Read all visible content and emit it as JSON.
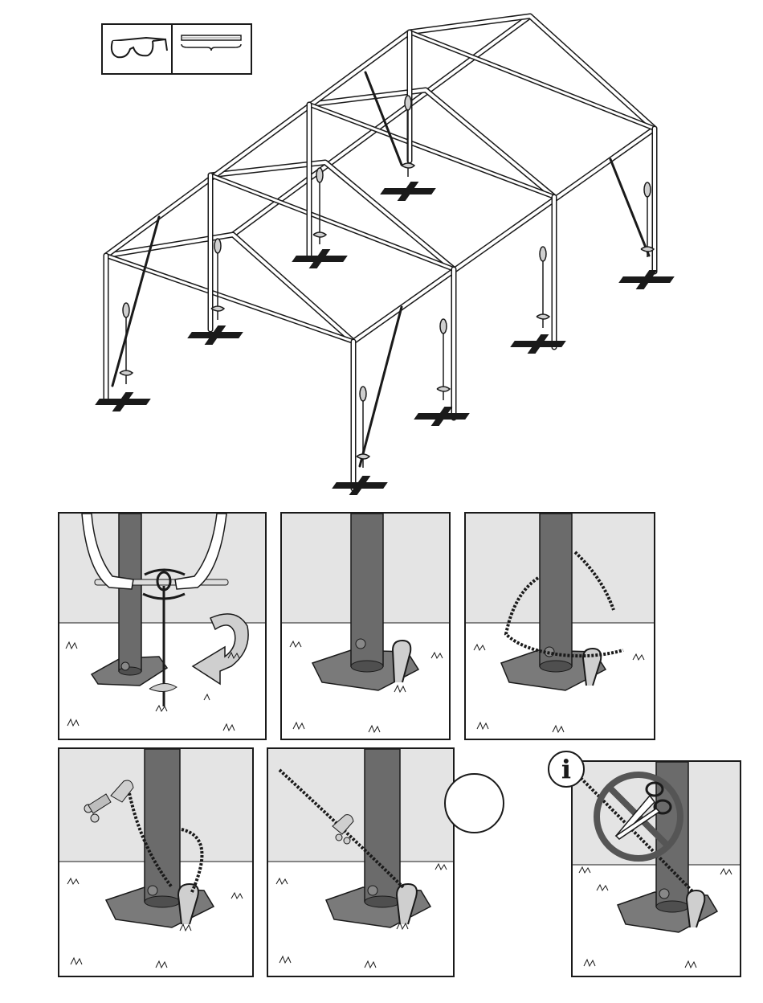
{
  "colors": {
    "outline": "#1a1a1a",
    "pole": "#6b6b6b",
    "pole_shade": "#4f4f4f",
    "base_plate": "#7a7a7a",
    "sky_panel": "#e4e4e4",
    "ground": "#ffffff",
    "anchor": "#bdbdbd",
    "prohibition": "#555555"
  },
  "icons": {
    "tools": [
      "safety-glasses-icon",
      "measuring-stick-icon"
    ],
    "info": "info-icon",
    "prohibited": "no-scissors-icon"
  },
  "info_symbol": "i",
  "steps": [
    {
      "id": "step-1",
      "action": "screw-anchor-into-ground"
    },
    {
      "id": "step-2",
      "action": "anchor-set-at-base-plate"
    },
    {
      "id": "step-3",
      "action": "thread-rope-through-anchor-eye"
    },
    {
      "id": "step-4",
      "action": "attach-wire-rope-clips"
    },
    {
      "id": "step-5",
      "action": "tighten-clip-on-rope"
    },
    {
      "id": "step-6",
      "action": "do-not-cut-rope"
    }
  ]
}
